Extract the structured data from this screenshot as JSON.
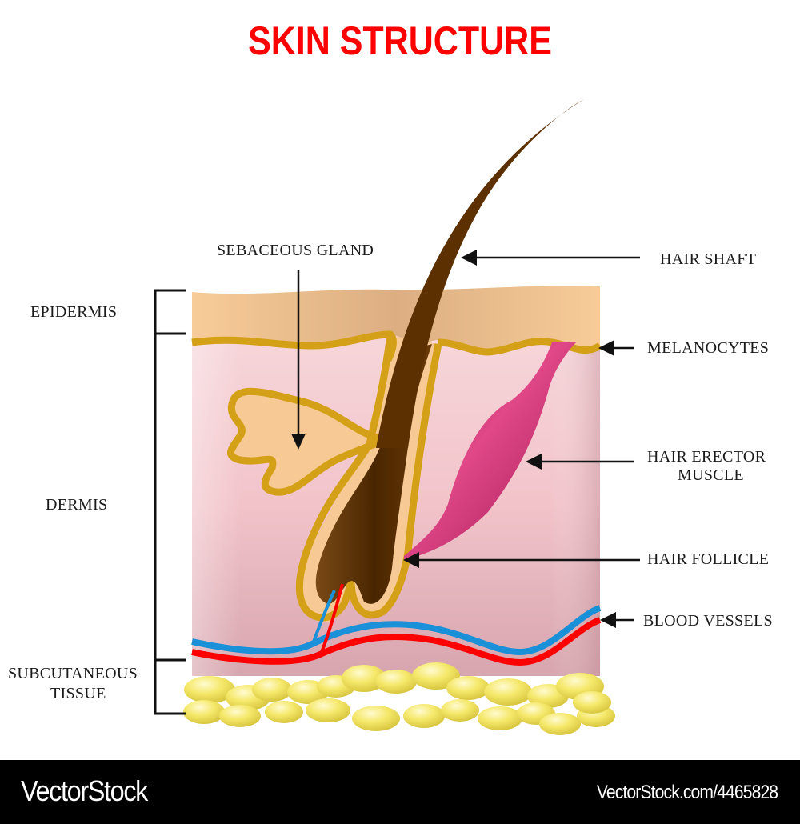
{
  "title": "SKIN STRUCTURE",
  "layers": [
    {
      "label": "EPIDERMIS"
    },
    {
      "label": "DERMIS"
    },
    {
      "label_line1": "SUBCUTANEOUS",
      "label_line2": "TISSUE"
    }
  ],
  "callouts": {
    "sebaceous_gland": "SEBACEOUS GLAND",
    "hair_shaft": "HAIR SHAFT",
    "melanocytes": "MELANOCYTES",
    "hair_erector_muscle_line1": "HAIR ERECTOR",
    "hair_erector_muscle_line2": "MUSCLE",
    "hair_follicle": "HAIR FOLLICLE",
    "blood_vessels": "BLOOD VESSELS"
  },
  "colors": {
    "title": "#ff0000",
    "epidermis": "#f7c994",
    "dermis": "#f3c6cc",
    "membrane": "#d4a017",
    "hair": "#5c3000",
    "muscle": "#c41e64",
    "artery": "#ff0000",
    "vein": "#1a90d8",
    "fat": "#f2e36a"
  },
  "footer": {
    "brand": "VectorStock",
    "reference": "VectorStock.com/4465828"
  }
}
